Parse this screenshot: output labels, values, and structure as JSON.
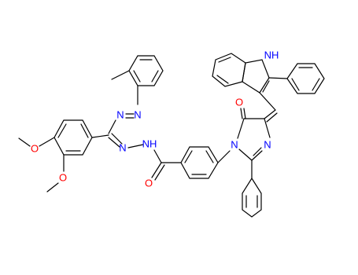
{
  "molecule": {
    "atoms": {
      "nh_indole": {
        "text": "NH",
        "color": "#0000ff"
      },
      "o_imidazolone": {
        "text": "O",
        "color": "#ff0000"
      },
      "n_imid_1": {
        "text": "N",
        "color": "#0000ff"
      },
      "n_imid_3": {
        "text": "N",
        "color": "#0000ff"
      },
      "n_azo_1": {
        "text": "N",
        "color": "#0000ff"
      },
      "n_azo_2": {
        "text": "N",
        "color": "#0000ff"
      },
      "n_hydrazone": {
        "text": "N",
        "color": "#0000ff"
      },
      "nh_hydrazone": {
        "text": "NH",
        "color": "#0000ff"
      },
      "o_amide": {
        "text": "O",
        "color": "#ff0000"
      },
      "o_methoxy_1": {
        "text": "O",
        "color": "#ff0000"
      },
      "o_methoxy_2": {
        "text": "O",
        "color": "#ff0000"
      }
    }
  }
}
